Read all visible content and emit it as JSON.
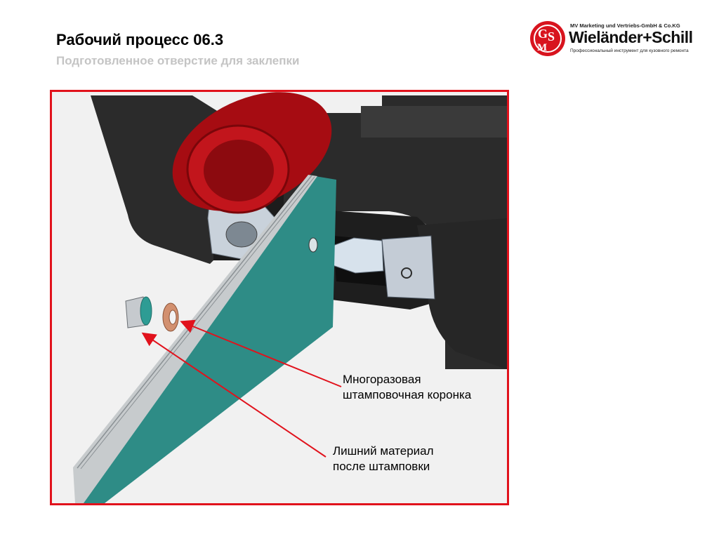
{
  "header": {
    "title": "Рабочий процесс 06.3",
    "subtitle": "Подготовленное отверстие для заклепки"
  },
  "logo": {
    "monogram": "GMS",
    "tagline": "MV Marketing und Vertriebs-GmbH & Co.KG",
    "brand": "Wieländer+Schill",
    "description": "Профессиональный инструмент для кузовного ремонта"
  },
  "callouts": [
    {
      "line1": "Многоразовая",
      "line2": "штамповочная коронка"
    },
    {
      "line1": "Лишний материал",
      "line2": "после штамповки"
    }
  ],
  "colors": {
    "frame": "#e1121c",
    "plate": "#2e8c86",
    "tool_red": "#b80f14",
    "tool_body": "#2a2a2a",
    "arrow": "#e1121c"
  }
}
